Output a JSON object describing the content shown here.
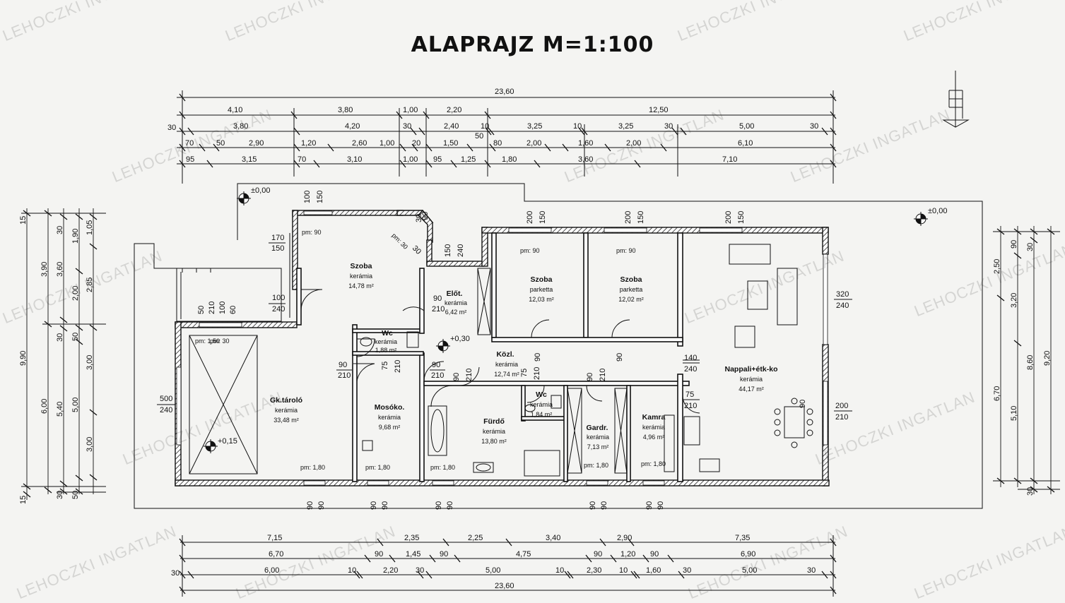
{
  "title": "ALAPRAJZ M=1:100",
  "watermark": "LEHOCZKI INGATLAN",
  "rooms": [
    {
      "name": "Szoba",
      "floor": "kerámia",
      "area": "14,78 m²"
    },
    {
      "name": "Előt.",
      "floor": "kerámia",
      "area": "6,42 m²"
    },
    {
      "name": "Szoba",
      "floor": "parketta",
      "area": "12,03 m²"
    },
    {
      "name": "Szoba",
      "floor": "parketta",
      "area": "12,02 m²"
    },
    {
      "name": "Nappali+étk-ko",
      "floor": "kerámia",
      "area": "44,17 m²"
    },
    {
      "name": "Wc",
      "floor": "kerámia",
      "area": "1,88 m²"
    },
    {
      "name": "Közl.",
      "floor": "kerámia",
      "area": "12,74 m²"
    },
    {
      "name": "Gk.tároló",
      "floor": "kerámia",
      "area": "33,48 m²"
    },
    {
      "name": "Mosókо.",
      "floor": "kerámia",
      "area": "9,68 m²"
    },
    {
      "name": "Fürdő",
      "floor": "kerámia",
      "area": "13,80 m²"
    },
    {
      "name": "Wc",
      "floor": "kerámia",
      "area": "1,84 m²"
    },
    {
      "name": "Gardr.",
      "floor": "kerámia",
      "area": "7,13 m²"
    },
    {
      "name": "Kamra",
      "floor": "kerámia",
      "area": "4,96 m²"
    }
  ],
  "levels": [
    "±0,00",
    "±0,00",
    "+0,30",
    "+0,15"
  ],
  "parapets": [
    "pm: 90",
    "pm: 90",
    "pm: 90",
    "pm: 30",
    "pm: 30",
    "pm: 1,50",
    "pm: 1,80",
    "pm: 1,80",
    "pm: 1,80",
    "pm: 1,80",
    "pm: 1,80"
  ],
  "top_dims": {
    "row1": [
      "23,60"
    ],
    "row2": [
      "4,10",
      "3,80",
      "1,00",
      "2,20",
      "12,50"
    ],
    "row3": [
      "30",
      "3,80",
      "4,20",
      "30",
      "2,40",
      "10",
      "3,25",
      "10",
      "3,25",
      "30",
      "5,00",
      "30"
    ],
    "row3b": [
      "50"
    ],
    "row4": [
      "70",
      "50",
      "2,90",
      "1,20",
      "2,60",
      "1,00",
      "20",
      "1,50",
      "80",
      "2,00",
      "1,60",
      "2,00",
      "6,10"
    ],
    "row5": [
      "95",
      "3,15",
      "70",
      "3,10",
      "1,00",
      "95",
      "1,25",
      "1,80",
      "3,60",
      "7,10"
    ]
  },
  "bottom_dims": {
    "row1": [
      "7,15",
      "2,35",
      "2,25",
      "3,40",
      "2,90",
      "7,35"
    ],
    "row2": [
      "6,70",
      "90",
      "1,45",
      "90",
      "4,75",
      "90",
      "1,20",
      "90",
      "6,90"
    ],
    "row3": [
      "30",
      "6,00",
      "10",
      "2,20",
      "30",
      "5,00",
      "10",
      "2,30",
      "10",
      "1,60",
      "30",
      "5,00",
      "30"
    ],
    "row4": [
      "23,60"
    ]
  },
  "left_dims": {
    "col1": [
      "15",
      "9,90",
      "15"
    ],
    "col2": [
      "3,90",
      "6,00"
    ],
    "col3": [
      "30",
      "3,60",
      "30",
      "5,40",
      "30"
    ],
    "col4": [
      "1,90",
      "2,00",
      "50",
      "5,00",
      "50"
    ],
    "col5": [
      "1,05",
      "2,85",
      "3,00",
      "3,00"
    ]
  },
  "right_dims": {
    "col1": [
      "2,50",
      "6,70"
    ],
    "col2": [
      "90",
      "3,20",
      "5,10"
    ],
    "col3": [
      "30",
      "8,60",
      "30"
    ],
    "col4": [
      "9,20"
    ]
  },
  "openings": [
    {
      "w": "100",
      "h": "150"
    },
    {
      "w": "170",
      "h": "150"
    },
    {
      "w": "90",
      "h": "150"
    },
    {
      "w": "150",
      "h": "240"
    },
    {
      "w": "200",
      "h": "150"
    },
    {
      "w": "200",
      "h": "150"
    },
    {
      "w": "200",
      "h": "150"
    },
    {
      "w": "100",
      "h": "240"
    },
    {
      "w": "320",
      "h": "240"
    },
    {
      "w": "90",
      "h": "210"
    },
    {
      "w": "90",
      "h": "210"
    },
    {
      "w": "90",
      "h": "210"
    },
    {
      "w": "90",
      "h": "210"
    },
    {
      "w": "90",
      "h": "210"
    },
    {
      "w": "75",
      "h": "210"
    },
    {
      "w": "75",
      "h": "210"
    },
    {
      "w": "75",
      "h": "210"
    },
    {
      "w": "140",
      "h": "240"
    },
    {
      "w": "500",
      "h": "240"
    },
    {
      "w": "200",
      "h": "210"
    },
    {
      "w": "90",
      "h": "210"
    },
    {
      "w": "90",
      "h": "210"
    },
    {
      "w": "90",
      "h": "210"
    }
  ],
  "misc_labels": [
    "50",
    "210",
    "100",
    "60",
    "30",
    "30",
    "90",
    "90",
    "90",
    "90",
    "90",
    "90",
    "90",
    "90",
    "90",
    "90"
  ]
}
